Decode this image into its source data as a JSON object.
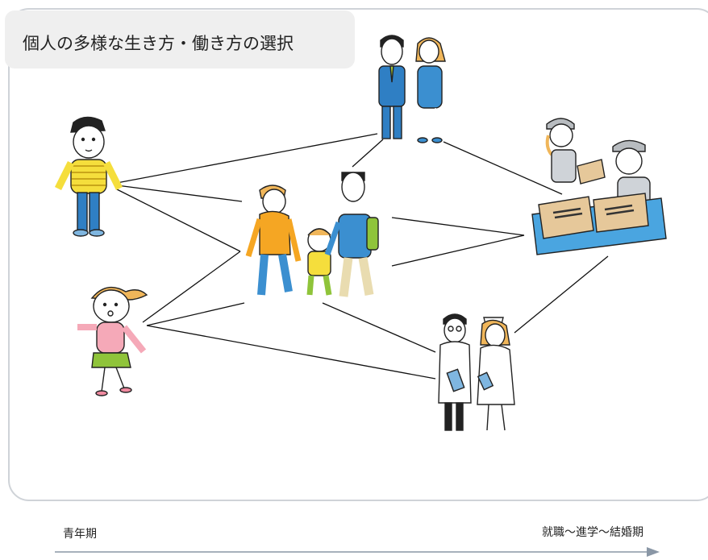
{
  "title": "個人の多様な生き方・働き方の選択",
  "timeline": {
    "start_label": "青年期",
    "end_label": "就職～進学～結婚期"
  },
  "colors": {
    "frame_border": "#cfd3d8",
    "title_bg": "#efefef",
    "connector": "#111111",
    "arrow": "#8a97a6"
  },
  "figures": [
    {
      "id": "boy-yellow-shirt"
    },
    {
      "id": "girl-pink-sweater"
    },
    {
      "id": "family-walking"
    },
    {
      "id": "office-couple-suits"
    },
    {
      "id": "warehouse-workers-boxes"
    },
    {
      "id": "doctor-and-nurse"
    }
  ]
}
